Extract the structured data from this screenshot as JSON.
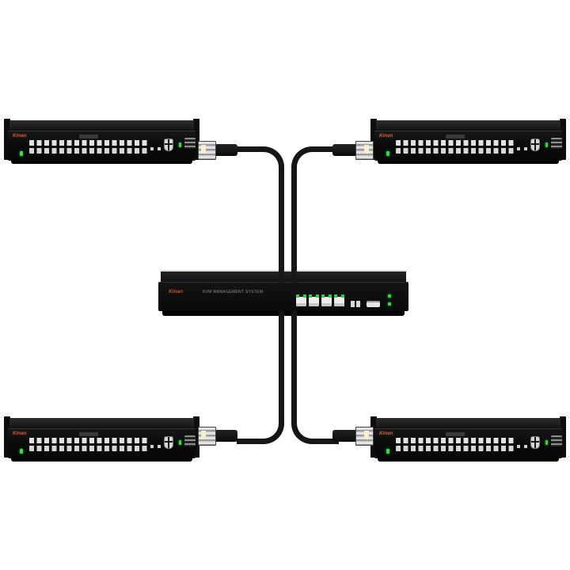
{
  "diagram": {
    "background": "#ffffff",
    "description": "Four rack-mount KVM switches connected by cables to one central KVM management unit",
    "center_device": {
      "id": "management-system",
      "logo_text": "Kinan",
      "panel_label": "KVM MANAGEMENT SYSTEM",
      "rj45_ports": 4,
      "usb_ports": 1,
      "indicator_leds": 2
    },
    "corner_devices": [
      {
        "position": "top-left",
        "logo_text": "Kinan",
        "port_rows": 2,
        "ports_per_row": 16,
        "power_led": true,
        "status_led": true
      },
      {
        "position": "top-right",
        "logo_text": "Kinan",
        "port_rows": 2,
        "ports_per_row": 16,
        "power_led": true,
        "status_led": true
      },
      {
        "position": "bottom-left",
        "logo_text": "Kinan",
        "port_rows": 2,
        "ports_per_row": 16,
        "power_led": true,
        "status_led": true
      },
      {
        "position": "bottom-right",
        "logo_text": "Kinan",
        "port_rows": 2,
        "ports_per_row": 16,
        "power_led": true,
        "status_led": true
      }
    ],
    "cables": [
      {
        "from": "top-left-switch",
        "to": "management-system"
      },
      {
        "from": "top-right-switch",
        "to": "management-system"
      },
      {
        "from": "bottom-left-switch",
        "to": "management-system"
      },
      {
        "from": "bottom-right-switch",
        "to": "management-system"
      }
    ],
    "colors": {
      "brand_orange": "#c0552a",
      "led_green": "#3bd54a",
      "device_black": "#0b0b0d",
      "port_white": "#e3e3e4",
      "cable_black": "#161618",
      "connector_silver": "#c4c4c4"
    }
  }
}
